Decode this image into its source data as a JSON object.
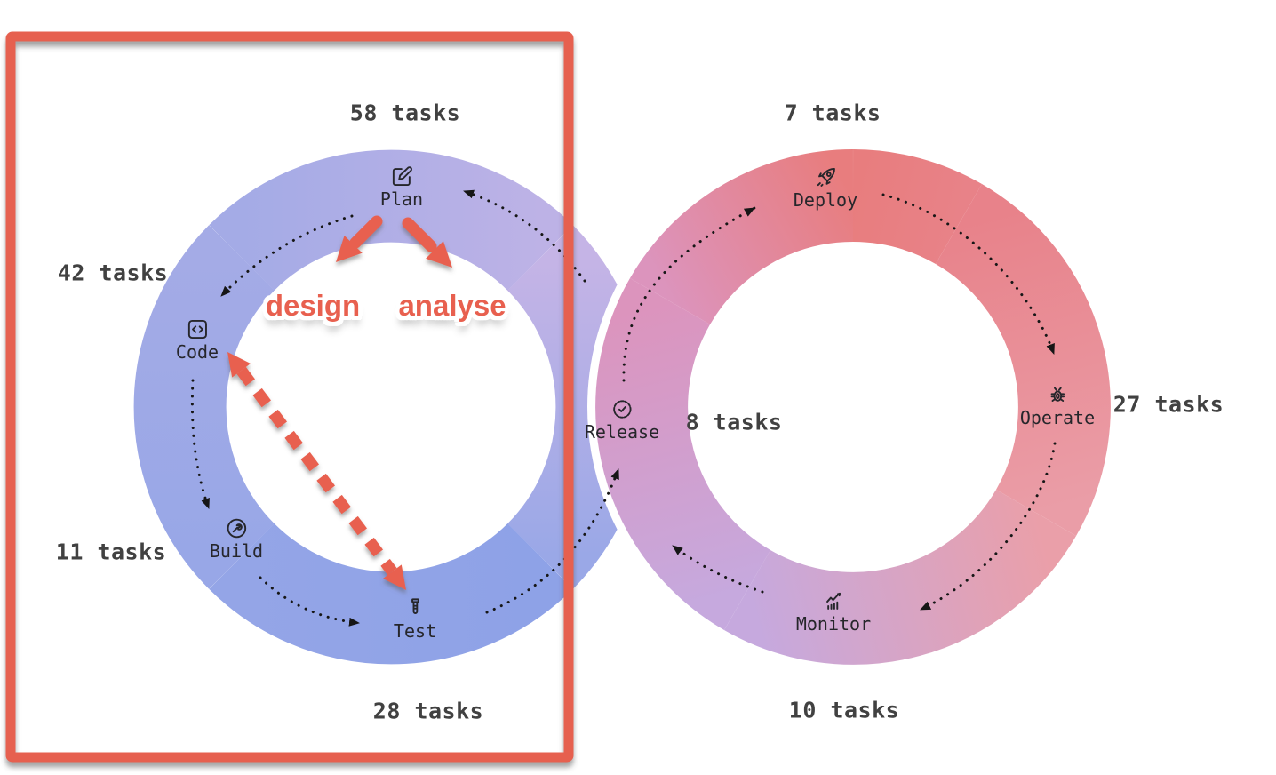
{
  "diagram": {
    "kind": "devops-infinity-loop",
    "stages": [
      {
        "label": "Plan",
        "icon": "edit-icon",
        "tasks": "58 tasks"
      },
      {
        "label": "Code",
        "icon": "code-icon",
        "tasks": "42 tasks"
      },
      {
        "label": "Build",
        "icon": "wrench-icon",
        "tasks": "11 tasks"
      },
      {
        "label": "Test",
        "icon": "test-tube-icon",
        "tasks": "28 tasks"
      },
      {
        "label": "Release",
        "icon": "badge-check-icon",
        "tasks": "8 tasks"
      },
      {
        "label": "Deploy",
        "icon": "rocket-icon",
        "tasks": "7 tasks"
      },
      {
        "label": "Operate",
        "icon": "bug-icon",
        "tasks": "27 tasks"
      },
      {
        "label": "Monitor",
        "icon": "chart-icon",
        "tasks": "10 tasks"
      }
    ],
    "annotations": {
      "design_label": "design",
      "analyse_label": "analyse",
      "highlight_rectangle": "around left loop (Plan, Code, Build, Test)",
      "dashed_arrow": "double-headed between Code and Test"
    },
    "colors": {
      "accent_red": "#E8604F",
      "loop_blue": "#8CA0E7",
      "loop_lavender": "#BCB2E6",
      "loop_red": "#E87D7E",
      "loop_pink": "#EA9FA9",
      "loop_purple": "#C6A9DE",
      "count_text": "#414141",
      "stage_text": "#26262B",
      "flow_dots": "#161616"
    }
  }
}
